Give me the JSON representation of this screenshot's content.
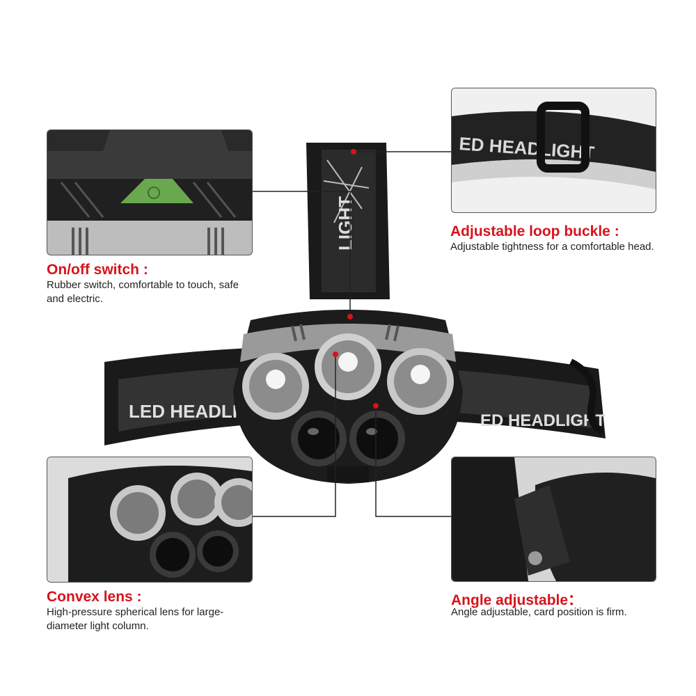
{
  "product": {
    "strap_text": "LED HEADLIGHT",
    "colors": {
      "accent_red": "#d7131c",
      "switch_green": "#6aa84f",
      "strap_black": "#1a1a1a"
    }
  },
  "features": [
    {
      "id": "switch",
      "title": "On/off switch :",
      "description": "Rubber switch, comfortable to touch, safe and electric."
    },
    {
      "id": "buckle",
      "title": "Adjustable loop buckle :",
      "description": "Adjustable tightness for a comfortable head."
    },
    {
      "id": "lens",
      "title": "Convex lens :",
      "description": "High-pressure spherical lens for large-diameter light column."
    },
    {
      "id": "angle",
      "title": "Angle adjustable：",
      "description": "Angle adjustable, card position is firm."
    }
  ]
}
